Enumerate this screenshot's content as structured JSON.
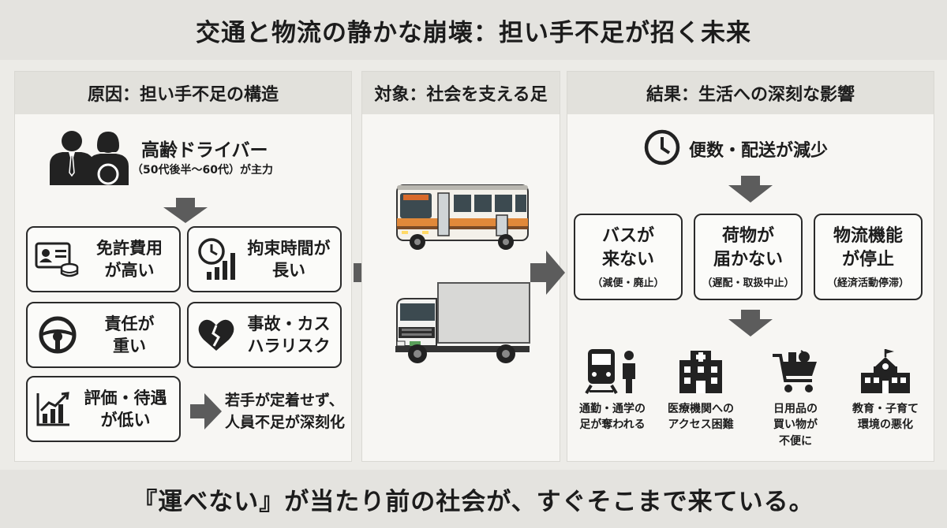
{
  "title": "交通と物流の静かな崩壊：担い手不足が招く未来",
  "footer": "『運べない』が当たり前の社会が、すぐそこまで来ている。",
  "cause": {
    "header": "原因：担い手不足の構造",
    "driver_title": "高齢ドライバー",
    "driver_sub": "（50代後半〜60代）が主力",
    "boxes": [
      {
        "line1": "免許費用",
        "line2": "が高い"
      },
      {
        "line1": "拘束時間が",
        "line2": "長い"
      },
      {
        "line1": "責任が",
        "line2": "重い"
      },
      {
        "line1": "事故・カス",
        "line2": "ハラリスク"
      },
      {
        "line1": "評価・待遇",
        "line2": "が低い"
      }
    ],
    "conclusion_line1": "若手が定着せず、",
    "conclusion_line2": "人員不足が深刻化"
  },
  "target": {
    "header": "対象：社会を支える足"
  },
  "result": {
    "header": "結果：生活への深刻な影響",
    "decrease": "便数・配送が減少",
    "consequences": [
      {
        "line1": "バスが",
        "line2": "来ない",
        "sub": "（減便・廃止）"
      },
      {
        "line1": "荷物が",
        "line2": "届かない",
        "sub": "（遅配・取扱中止）"
      },
      {
        "line1": "物流機能",
        "line2": "が停止",
        "sub": "（経済活動停滞）"
      }
    ],
    "impacts": [
      {
        "line1": "通勤・通学の",
        "line2": "足が奪われる"
      },
      {
        "line1": "医療機関への",
        "line2": "アクセス困難"
      },
      {
        "line1": "日用品の",
        "line2": "買い物が",
        "line3": "不便に"
      },
      {
        "line1": "教育・子育て",
        "line2": "環境の悪化"
      }
    ]
  },
  "icons": [
    "people-icon",
    "license-card-icon",
    "clock-chart-icon",
    "steering-wheel-icon",
    "broken-heart-icon",
    "growth-chart-icon",
    "bus-icon",
    "truck-icon",
    "clock-icon",
    "train-person-icon",
    "hospital-icon",
    "shopping-cart-icon",
    "school-icon"
  ]
}
